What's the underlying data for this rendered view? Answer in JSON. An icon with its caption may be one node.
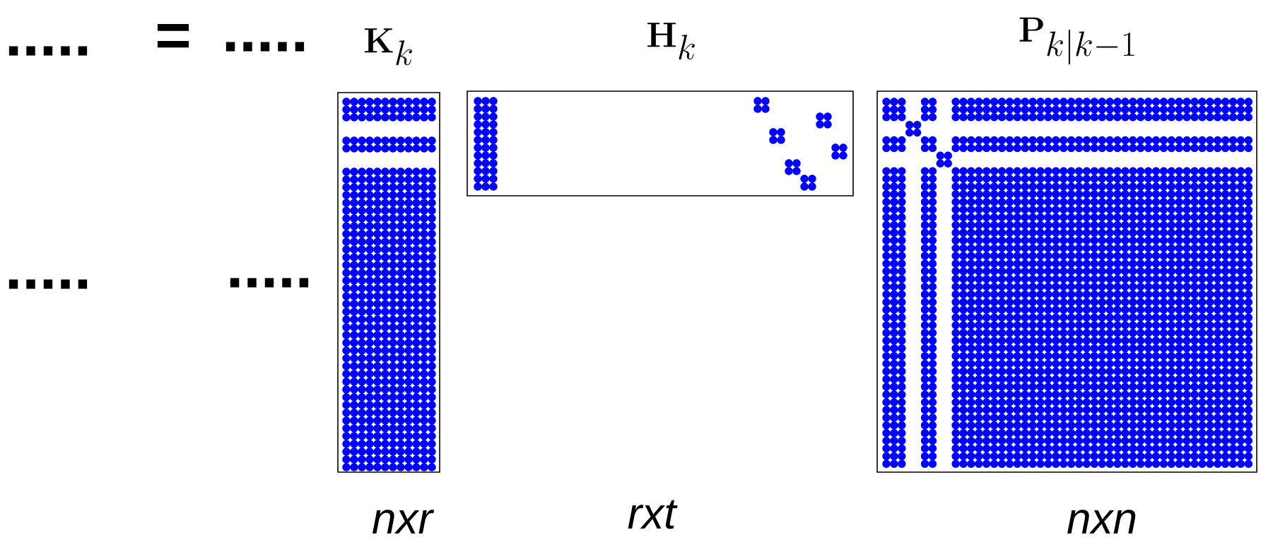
{
  "diagram": {
    "nodes": [
      {
        "text": [
          "\\mathbf{K}_k"
        ]
      },
      {
        "text": [
          "\\mathbf{H}_k"
        ]
      },
      {
        "text": [
          "\\mathbf{P}_{k|k-1}"
        ]
      }
    ],
    "labels": [
      ".....",
      "=",
      ".....",
      ".....",
      ".....",
      "nxr",
      "rxt",
      "nxn"
    ]
  }
}
